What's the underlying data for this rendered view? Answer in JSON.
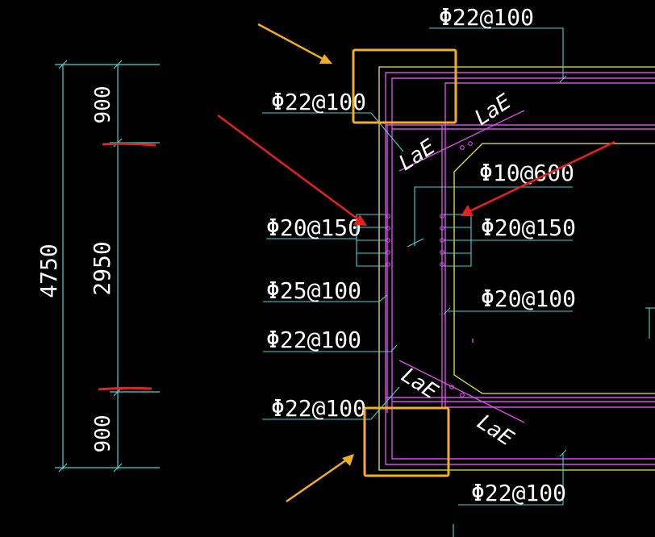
{
  "dimensions": {
    "total": "4750",
    "top": "900",
    "middle": "2950",
    "bottom": "900"
  },
  "labels": {
    "top_right_rebar": "Φ22@100",
    "top_left_rebar": "Φ22@100",
    "tie_rebar": "Φ10@600",
    "left_side_rebar": "Φ20@150",
    "right_side_rebar": "Φ20@150",
    "left_inner_rebar": "Φ25@100",
    "right_inner_rebar": "Φ20@100",
    "left_outer_rebar": "Φ22@100",
    "bottom_left_rebar": "Φ22@100",
    "bottom_right_rebar": "Φ22@100",
    "anchor_top_1": "LaE",
    "anchor_top_2": "LaE",
    "anchor_bottom_1": "LaE",
    "anchor_bottom_2": "LaE"
  },
  "colors": {
    "background": "#000000",
    "dimension_line": "#3fd6d6",
    "rebar": "#d84ce8",
    "concrete_outline": "#e8e84a",
    "highlight_box": "#f0b020",
    "arrow_orange": "#f0b020",
    "arrow_red": "#e82020",
    "red_mark": "#e82020",
    "text": "#ffffff"
  }
}
